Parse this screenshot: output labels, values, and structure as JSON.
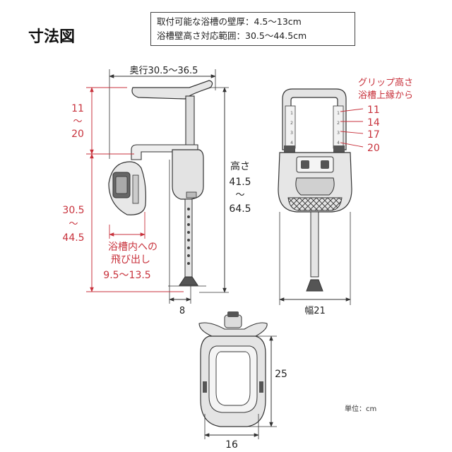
{
  "title": "寸法図",
  "spec_box": {
    "line1": "取付可能な浴槽の壁厚：4.5～13cm",
    "line2": "浴槽壁高さ対応範囲：30.5～44.5cm"
  },
  "side_view": {
    "depth_label": "奥行30.5～36.5",
    "grip_height": [
      "11",
      "～",
      "20"
    ],
    "wall_height": [
      "30.5",
      "～",
      "44.5"
    ],
    "protrusion": [
      "浴槽内への",
      "飛び出し",
      "9.5～13.5"
    ],
    "foot_label": "8",
    "total_height": [
      "高さ",
      "41.5",
      "～",
      "64.5"
    ]
  },
  "front_view": {
    "grip_title": [
      "グリップ高さ",
      "浴槽上縁から"
    ],
    "grip_values": [
      "11",
      "14",
      "17",
      "20"
    ],
    "scale_marks": [
      "1",
      "2",
      "3",
      "4"
    ],
    "width_label": "幅21"
  },
  "top_view": {
    "height_label": "25",
    "width_label": "16"
  },
  "unit_label": "単位：cm",
  "colors": {
    "red": "#c8323c",
    "line": "#333333",
    "gray": "#d9d9d9",
    "dark": "#555555"
  }
}
